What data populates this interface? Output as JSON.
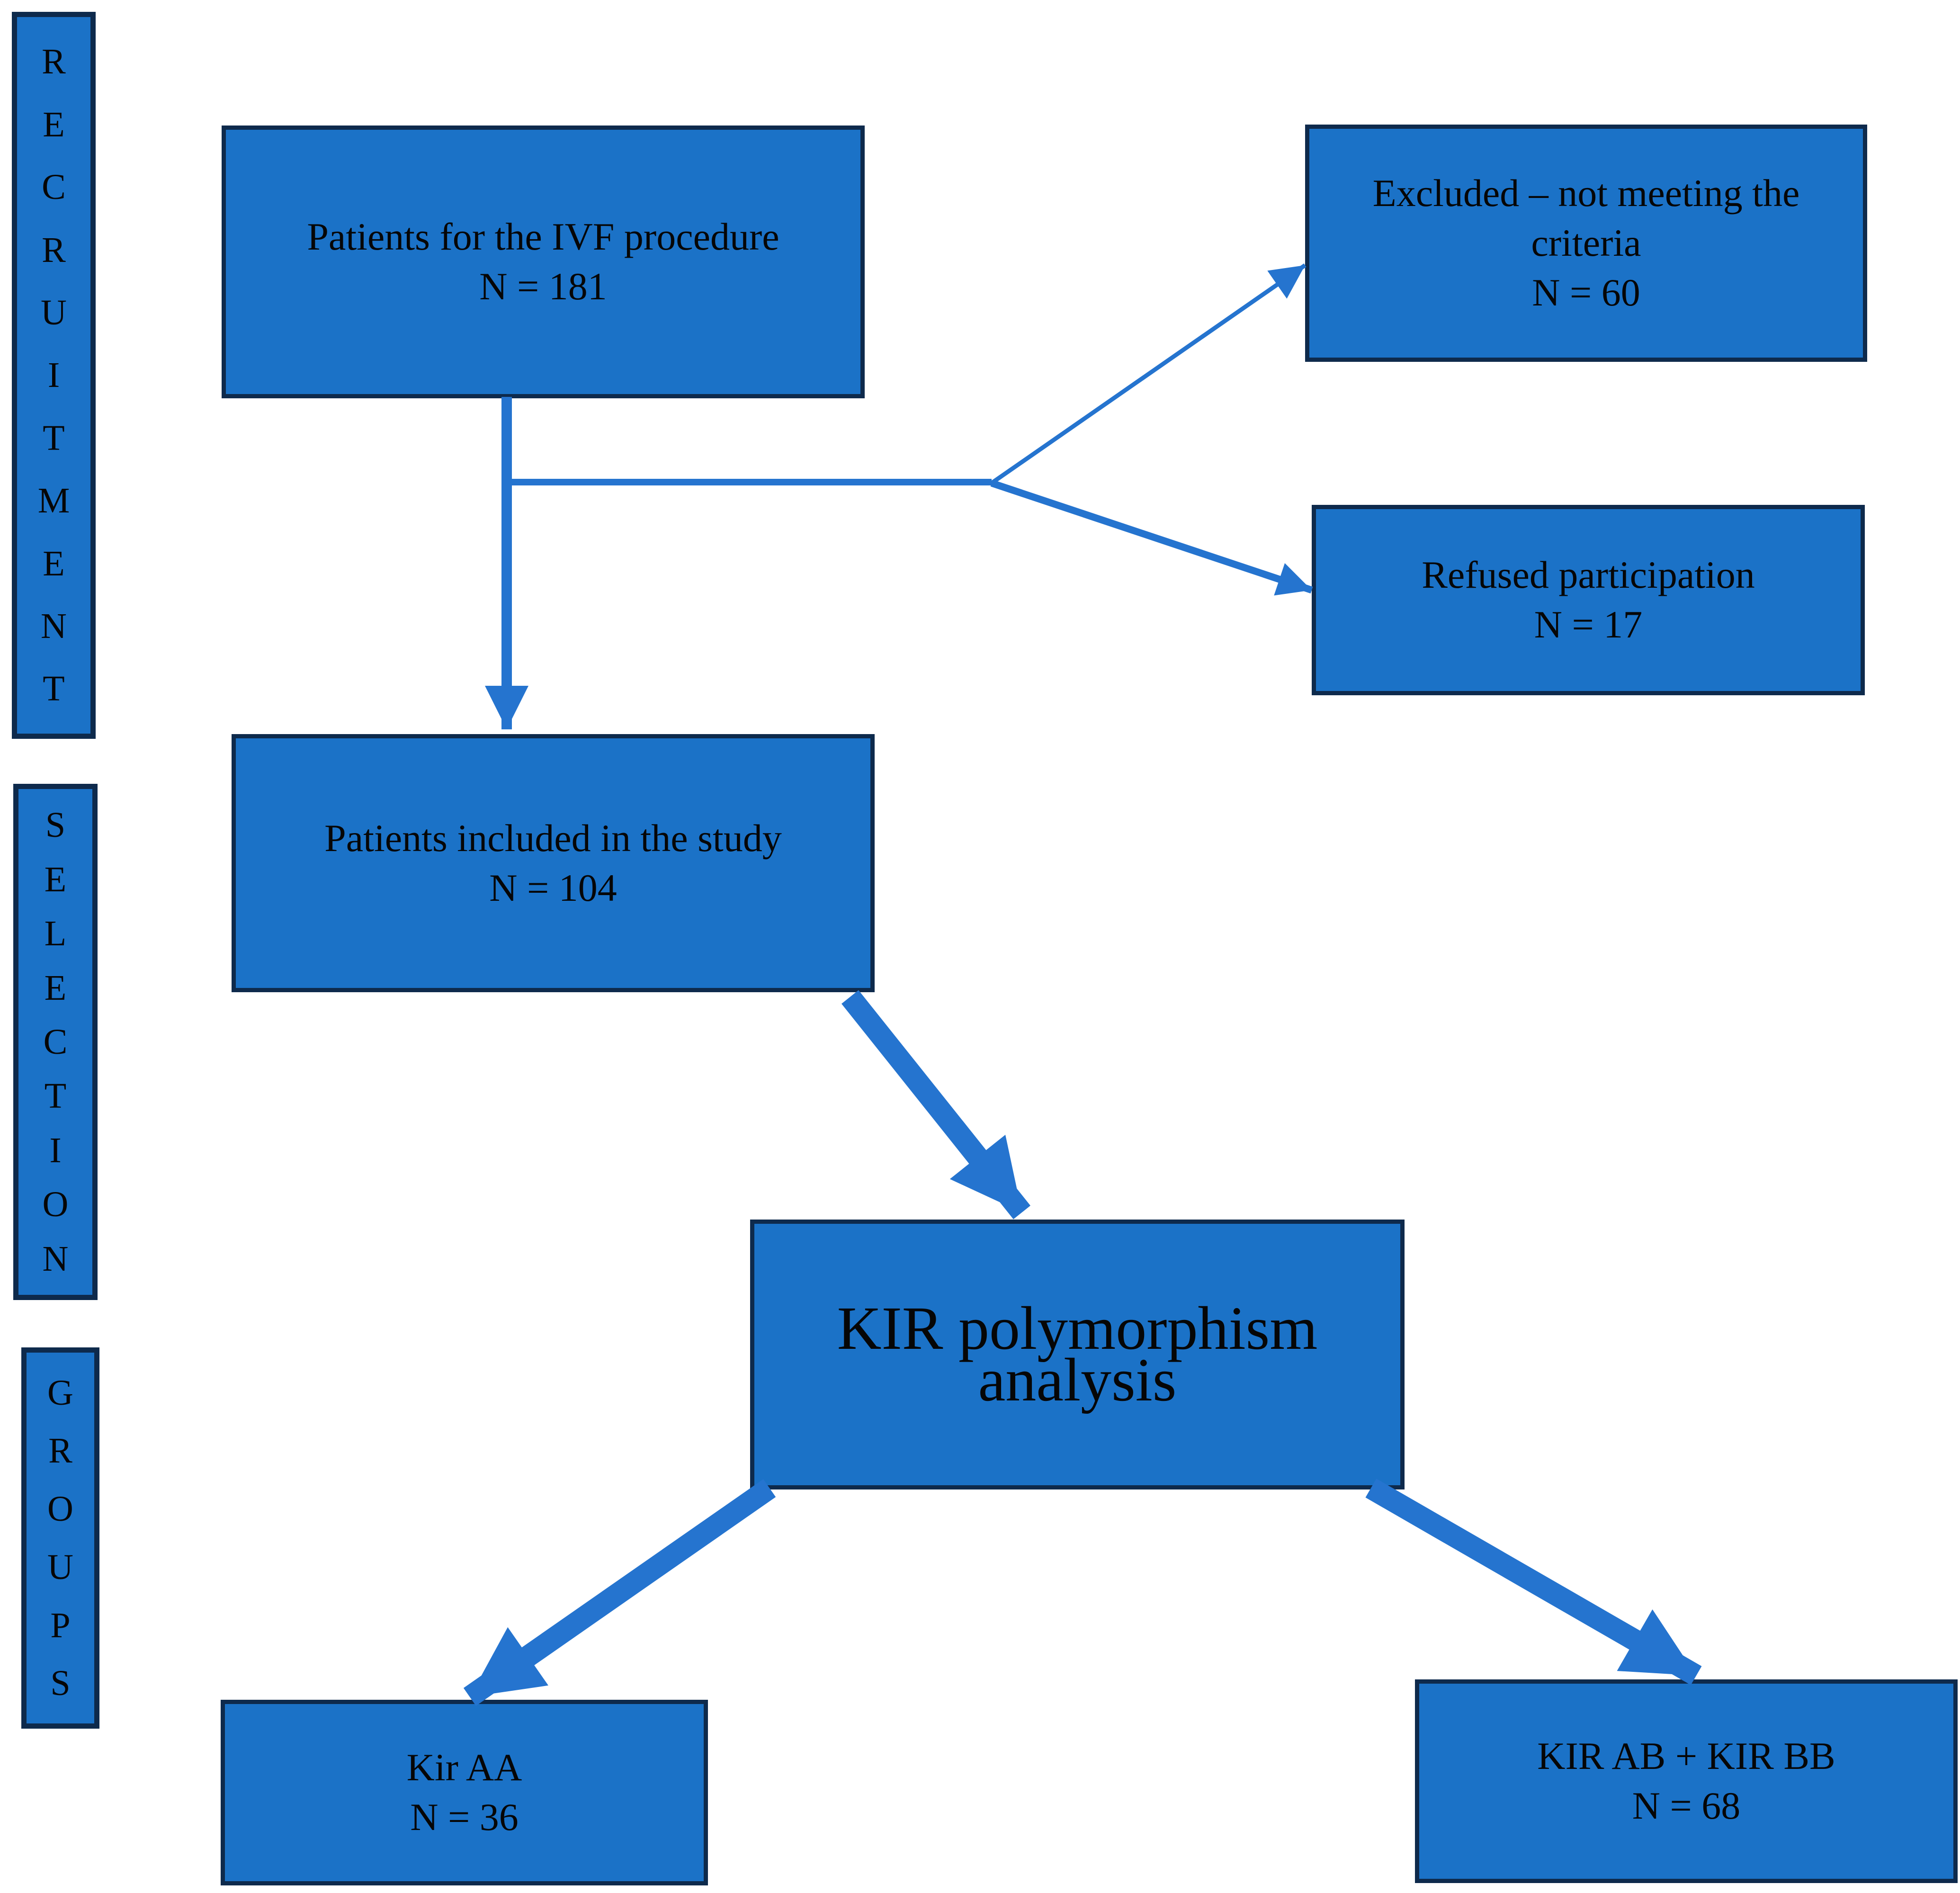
{
  "title": "Study flow diagram",
  "colors": {
    "background": "#ffffff",
    "box_fill": "#1b72c7",
    "box_border": "#0e2a4c",
    "connector": "#2574cf",
    "text": "#060606"
  },
  "sidebars": [
    {
      "id": "recruitment",
      "label": "RECRUITMENT"
    },
    {
      "id": "selection",
      "label": "SELECTION"
    },
    {
      "id": "groups",
      "label": "GROUPS"
    }
  ],
  "nodes": {
    "ivf_patients": {
      "line1": "Patients for the IVF procedure",
      "line2": "N = 181"
    },
    "excluded": {
      "line1": "Excluded – not meeting the",
      "line2": "criteria",
      "line3": "N = 60"
    },
    "refused": {
      "line1": "Refused participation",
      "line2": "N = 17"
    },
    "included": {
      "line1": "Patients included in the study",
      "line2": "N = 104"
    },
    "kir_analysis": {
      "line1": "KIR polymorphism",
      "line2": "analysis"
    },
    "kir_aa": {
      "line1": "Kir AA",
      "line2": "N = 36"
    },
    "kir_ab_bb": {
      "line1": "KIR AB + KIR BB",
      "line2": "N = 68"
    }
  },
  "connectors": [
    {
      "name": "ivf-to-included-arrow",
      "from": "ivf_patients",
      "to": "included"
    },
    {
      "name": "branch-horizontal-line",
      "from": "ivf-to-included-arrow",
      "to": "branch-junction"
    },
    {
      "name": "junction-to-excluded-arrow",
      "from": "branch-junction",
      "to": "excluded"
    },
    {
      "name": "junction-to-refused-arrow",
      "from": "branch-junction",
      "to": "refused"
    },
    {
      "name": "included-to-kir-arrow",
      "from": "included",
      "to": "kir_analysis"
    },
    {
      "name": "kir-to-kiraa-arrow",
      "from": "kir_analysis",
      "to": "kir_aa"
    },
    {
      "name": "kir-to-kirab-arrow",
      "from": "kir_analysis",
      "to": "kir_ab_bb"
    }
  ]
}
